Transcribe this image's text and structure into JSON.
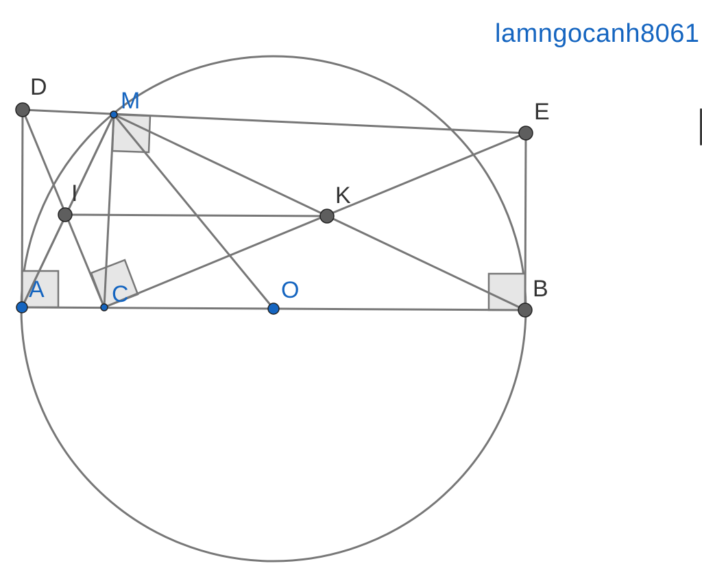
{
  "watermark": "lamngocanh8061",
  "colors": {
    "line": "#777777",
    "point_dark": "#5e5e5e",
    "point_blue": "#1565c0",
    "label_dark": "#333333",
    "label_blue": "#1565c0",
    "right_angle_fill": "#e6e6e6",
    "background": "#ffffff"
  },
  "points": {
    "D": {
      "label": "D",
      "style": "dark"
    },
    "M": {
      "label": "M",
      "style": "blue"
    },
    "E": {
      "label": "E",
      "style": "dark"
    },
    "I": {
      "label": "I",
      "style": "dark"
    },
    "K": {
      "label": "K",
      "style": "dark"
    },
    "A": {
      "label": "A",
      "style": "blue"
    },
    "C": {
      "label": "C",
      "style": "blue"
    },
    "O": {
      "label": "O",
      "style": "blue"
    },
    "B": {
      "label": "B",
      "style": "dark"
    }
  },
  "segments": [
    [
      "D",
      "E"
    ],
    [
      "D",
      "A"
    ],
    [
      "D",
      "C"
    ],
    [
      "E",
      "B"
    ],
    [
      "A",
      "B"
    ],
    [
      "M",
      "A"
    ],
    [
      "M",
      "C"
    ],
    [
      "M",
      "O"
    ],
    [
      "M",
      "B"
    ],
    [
      "A",
      "M"
    ],
    [
      "C",
      "E"
    ],
    [
      "I",
      "K"
    ]
  ],
  "right_angles": [
    "A",
    "B",
    "C",
    "M"
  ]
}
